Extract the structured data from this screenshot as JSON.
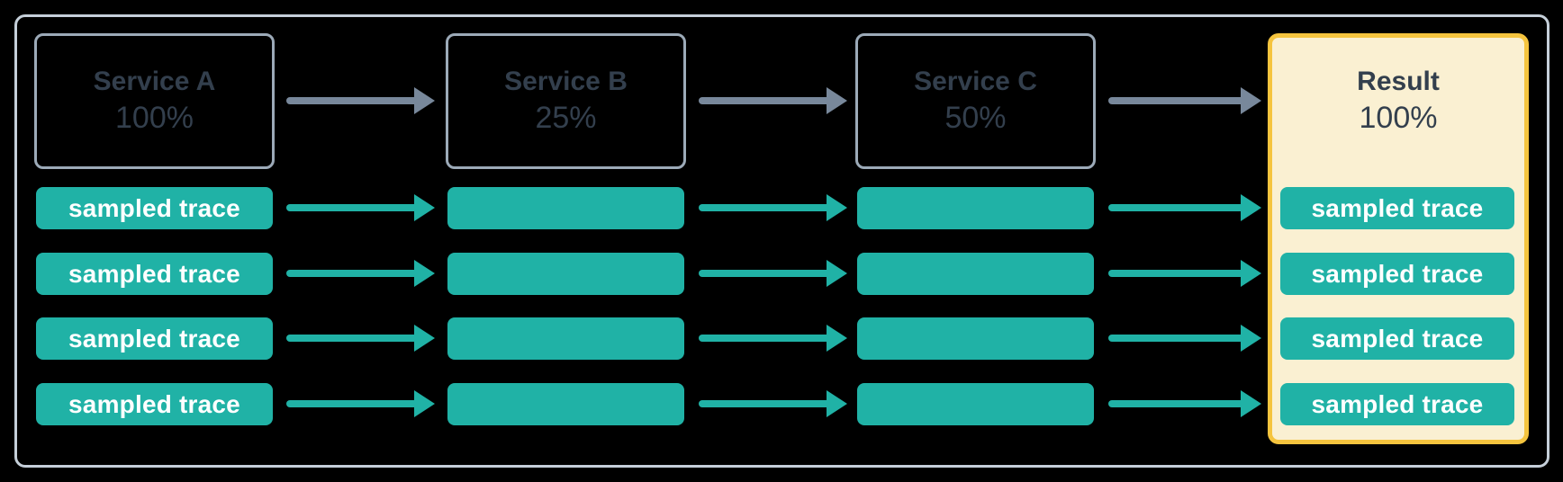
{
  "diagram": {
    "type": "trace-sampling-flow",
    "columns": [
      {
        "id": "service-a",
        "title": "Service A",
        "sample_rate": "100%"
      },
      {
        "id": "service-b",
        "title": "Service B",
        "sample_rate": "25%"
      },
      {
        "id": "service-c",
        "title": "Service C",
        "sample_rate": "50%"
      },
      {
        "id": "result",
        "title": "Result",
        "sample_rate": "100%",
        "highlighted": true
      }
    ],
    "trace_rows": 4,
    "arrows": {
      "service_flow": [
        "service-a→service-b",
        "service-b→service-c",
        "service-c→result"
      ],
      "trace_flow_per_row": [
        "a→b",
        "b→c",
        "c→result"
      ]
    }
  },
  "trace_bar_label": "sampled trace",
  "colors": {
    "background": "#000000",
    "frame-border": "#C5CFD9",
    "service-border": "#9CAAB8",
    "ink": "#333F4D",
    "arrow-gray": "#78889B",
    "teal": "#20B2A6",
    "result-border": "#F5C43E",
    "result-bg": "#FAF0D2",
    "bar-text": "#FFFFFF"
  }
}
